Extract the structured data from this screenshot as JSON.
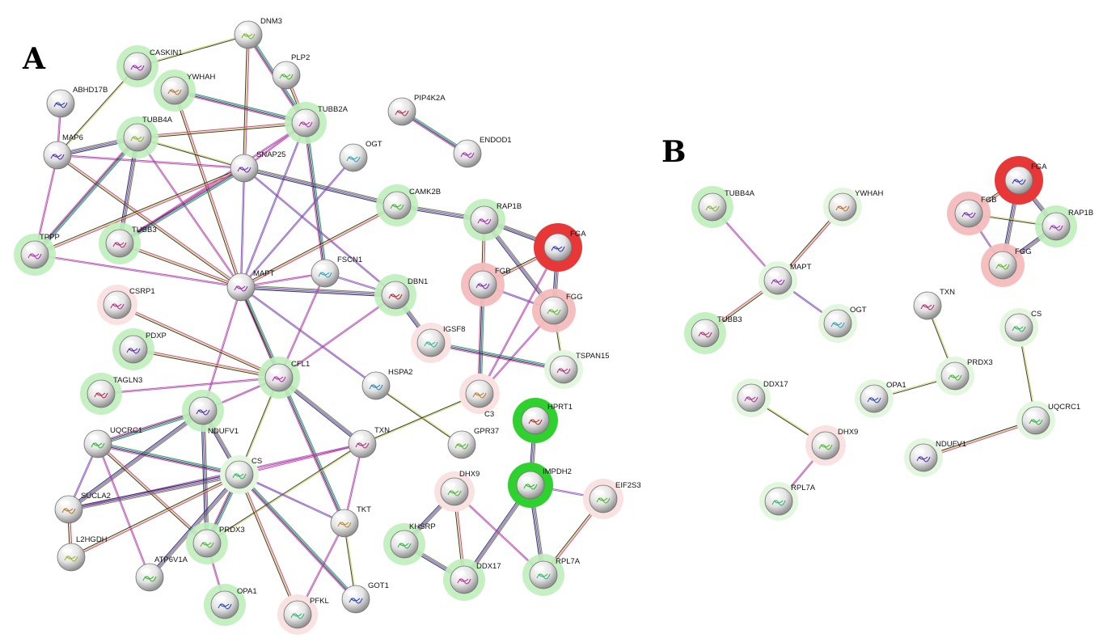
{
  "figure": {
    "panels": [
      {
        "id": "A",
        "label": "A",
        "nodes": [
          {
            "id": "DNM3",
            "halo": ""
          },
          {
            "id": "CASKIN1",
            "halo": "green"
          },
          {
            "id": "PLP2",
            "halo": ""
          },
          {
            "id": "YWHAH",
            "halo": "green"
          },
          {
            "id": "ABHD17B",
            "halo": ""
          },
          {
            "id": "PIP4K2A",
            "halo": ""
          },
          {
            "id": "TUBB2A",
            "halo": "green"
          },
          {
            "id": "ENDOD1",
            "halo": ""
          },
          {
            "id": "TUBB4A",
            "halo": "green"
          },
          {
            "id": "MAP6",
            "halo": ""
          },
          {
            "id": "OGT",
            "halo": ""
          },
          {
            "id": "SNAP25",
            "halo": ""
          },
          {
            "id": "CAMK2B",
            "halo": "green"
          },
          {
            "id": "RAP1B",
            "halo": "green"
          },
          {
            "id": "FGA",
            "halo": "red-strong"
          },
          {
            "id": "TPPP",
            "halo": "green"
          },
          {
            "id": "TUBB3",
            "halo": "green"
          },
          {
            "id": "FSCN1",
            "halo": ""
          },
          {
            "id": "MAPT",
            "halo": ""
          },
          {
            "id": "DBN1",
            "halo": "green"
          },
          {
            "id": "FGB",
            "halo": "red"
          },
          {
            "id": "FGG",
            "halo": "red"
          },
          {
            "id": "CSRP1",
            "halo": "red-light"
          },
          {
            "id": "IGSF8",
            "halo": "red-light"
          },
          {
            "id": "PDXP",
            "halo": "green"
          },
          {
            "id": "TSPAN15",
            "halo": "green-light"
          },
          {
            "id": "CFL1",
            "halo": "green"
          },
          {
            "id": "HSPA2",
            "halo": ""
          },
          {
            "id": "C3",
            "halo": "red-light"
          },
          {
            "id": "TAGLN3",
            "halo": "green"
          },
          {
            "id": "NDUFV1",
            "halo": "green"
          },
          {
            "id": "HPRT1",
            "halo": "green-strong"
          },
          {
            "id": "GPR37",
            "halo": ""
          },
          {
            "id": "UQCRC1",
            "halo": ""
          },
          {
            "id": "TXN",
            "halo": ""
          },
          {
            "id": "CS",
            "halo": "green-light"
          },
          {
            "id": "IMPDH2",
            "halo": "green-strong"
          },
          {
            "id": "EIF2S3",
            "halo": "red-light"
          },
          {
            "id": "DHX9",
            "halo": "red-light"
          },
          {
            "id": "SUCLA2",
            "halo": ""
          },
          {
            "id": "TKT",
            "halo": ""
          },
          {
            "id": "KHSRP",
            "halo": "green"
          },
          {
            "id": "PRDX3",
            "halo": "green"
          },
          {
            "id": "L2HGDH",
            "halo": ""
          },
          {
            "id": "ATP6V1A",
            "halo": ""
          },
          {
            "id": "DDX17",
            "halo": "green"
          },
          {
            "id": "RPL7A",
            "halo": "green"
          },
          {
            "id": "OPA1",
            "halo": "green"
          },
          {
            "id": "PFKL",
            "halo": "red-light"
          },
          {
            "id": "GOT1",
            "halo": ""
          }
        ],
        "edges": [
          [
            "CASKIN1",
            "DNM3"
          ],
          [
            "CASKIN1",
            "MAP6"
          ],
          [
            "DNM3",
            "SNAP25"
          ],
          [
            "DNM3",
            "TUBB2A"
          ],
          [
            "PLP2",
            "TUBB2A"
          ],
          [
            "PIP4K2A",
            "ENDOD1"
          ],
          [
            "YWHAH",
            "TUBB2A"
          ],
          [
            "YWHAH",
            "MAPT"
          ],
          [
            "ABHD17B",
            "MAP6"
          ],
          [
            "MAP6",
            "TUBB4A"
          ],
          [
            "MAP6",
            "SNAP25"
          ],
          [
            "MAP6",
            "TPPP"
          ],
          [
            "MAP6",
            "MAPT"
          ],
          [
            "TUBB4A",
            "TUBB2A"
          ],
          [
            "TUBB4A",
            "SNAP25"
          ],
          [
            "TUBB4A",
            "TPPP"
          ],
          [
            "TUBB4A",
            "MAPT"
          ],
          [
            "TUBB4A",
            "TUBB3"
          ],
          [
            "TUBB2A",
            "SNAP25"
          ],
          [
            "TUBB2A",
            "MAPT"
          ],
          [
            "TUBB2A",
            "TUBB3"
          ],
          [
            "TUBB2A",
            "FSCN1"
          ],
          [
            "SNAP25",
            "MAPT"
          ],
          [
            "SNAP25",
            "TPPP"
          ],
          [
            "SNAP25",
            "CAMK2B"
          ],
          [
            "SNAP25",
            "DBN1"
          ],
          [
            "SNAP25",
            "TUBB3"
          ],
          [
            "OGT",
            "MAPT"
          ],
          [
            "TPPP",
            "MAPT"
          ],
          [
            "TUBB3",
            "MAPT"
          ],
          [
            "CAMK2B",
            "MAPT"
          ],
          [
            "CAMK2B",
            "RAP1B"
          ],
          [
            "MAPT",
            "FSCN1"
          ],
          [
            "MAPT",
            "DBN1"
          ],
          [
            "MAPT",
            "CFL1"
          ],
          [
            "MAPT",
            "HSPA2"
          ],
          [
            "MAPT",
            "NDUFV1"
          ],
          [
            "MAPT",
            "TKT"
          ],
          [
            "FSCN1",
            "DBN1"
          ],
          [
            "FSCN1",
            "CFL1"
          ],
          [
            "DBN1",
            "CFL1"
          ],
          [
            "DBN1",
            "IGSF8"
          ],
          [
            "RAP1B",
            "FGA"
          ],
          [
            "RAP1B",
            "FGB"
          ],
          [
            "RAP1B",
            "FGG"
          ],
          [
            "FGA",
            "FGB"
          ],
          [
            "FGA",
            "FGG"
          ],
          [
            "FGB",
            "FGG"
          ],
          [
            "FGA",
            "C3"
          ],
          [
            "FGB",
            "C3"
          ],
          [
            "FGG",
            "C3"
          ],
          [
            "FGG",
            "TSPAN15"
          ],
          [
            "IGSF8",
            "TSPAN15"
          ],
          [
            "CSRP1",
            "CFL1"
          ],
          [
            "PDXP",
            "CFL1"
          ],
          [
            "TAGLN3",
            "CFL1"
          ],
          [
            "CFL1",
            "TXN"
          ],
          [
            "CFL1",
            "CS"
          ],
          [
            "CFL1",
            "NDUFV1"
          ],
          [
            "HSPA2",
            "GPR37"
          ],
          [
            "C3",
            "TXN"
          ],
          [
            "TXN",
            "CS"
          ],
          [
            "TXN",
            "TKT"
          ],
          [
            "TXN",
            "SUCLA2"
          ],
          [
            "TXN",
            "PRDX3"
          ],
          [
            "NDUFV1",
            "UQCRC1"
          ],
          [
            "NDUFV1",
            "CS"
          ],
          [
            "NDUFV1",
            "SUCLA2"
          ],
          [
            "NDUFV1",
            "PRDX3"
          ],
          [
            "UQCRC1",
            "CS"
          ],
          [
            "UQCRC1",
            "SUCLA2"
          ],
          [
            "UQCRC1",
            "PRDX3"
          ],
          [
            "UQCRC1",
            "ATP6V1A"
          ],
          [
            "CS",
            "SUCLA2"
          ],
          [
            "CS",
            "L2HGDH"
          ],
          [
            "CS",
            "PRDX3"
          ],
          [
            "CS",
            "ATP6V1A"
          ],
          [
            "CS",
            "PFKL"
          ],
          [
            "CS",
            "GOT1"
          ],
          [
            "CS",
            "TKT"
          ],
          [
            "SUCLA2",
            "L2HGDH"
          ],
          [
            "PRDX3",
            "OPA1"
          ],
          [
            "TKT",
            "PFKL"
          ],
          [
            "TKT",
            "GOT1"
          ],
          [
            "HPRT1",
            "IMPDH2"
          ],
          [
            "IMPDH2",
            "DDX17"
          ],
          [
            "IMPDH2",
            "RPL7A"
          ],
          [
            "IMPDH2",
            "EIF2S3"
          ],
          [
            "EIF2S3",
            "RPL7A"
          ],
          [
            "DHX9",
            "DDX17"
          ],
          [
            "DHX9",
            "RPL7A"
          ],
          [
            "DHX9",
            "KHSRP"
          ],
          [
            "KHSRP",
            "DDX17"
          ]
        ]
      },
      {
        "id": "B",
        "label": "B",
        "nodes": [
          {
            "id": "TUBB4A",
            "halo": "green"
          },
          {
            "id": "YWHAH",
            "halo": "green-light"
          },
          {
            "id": "FGA",
            "halo": "red-strong"
          },
          {
            "id": "FGB",
            "halo": "red"
          },
          {
            "id": "RAP1B",
            "halo": "green"
          },
          {
            "id": "FGG",
            "halo": "red"
          },
          {
            "id": "MAPT",
            "halo": "green-light"
          },
          {
            "id": "TUBB3",
            "halo": "green"
          },
          {
            "id": "OGT",
            "halo": "green-light"
          },
          {
            "id": "TXN",
            "halo": ""
          },
          {
            "id": "CS",
            "halo": "green-light"
          },
          {
            "id": "PRDX3",
            "halo": "green-light"
          },
          {
            "id": "OPA1",
            "halo": "green-light"
          },
          {
            "id": "DDX17",
            "halo": "green-light"
          },
          {
            "id": "DHX9",
            "halo": "red-light"
          },
          {
            "id": "UQCRC1",
            "halo": "green-light"
          },
          {
            "id": "NDUFV1",
            "halo": "green-light"
          },
          {
            "id": "RPL7A",
            "halo": "green-light"
          }
        ],
        "edges": [
          [
            "TUBB4A",
            "MAPT"
          ],
          [
            "YWHAH",
            "MAPT"
          ],
          [
            "TUBB3",
            "MAPT"
          ],
          [
            "OGT",
            "MAPT"
          ],
          [
            "FGA",
            "FGB"
          ],
          [
            "FGA",
            "RAP1B"
          ],
          [
            "FGA",
            "FGG"
          ],
          [
            "FGB",
            "RAP1B"
          ],
          [
            "FGB",
            "FGG"
          ],
          [
            "RAP1B",
            "FGG"
          ],
          [
            "TXN",
            "PRDX3"
          ],
          [
            "OPA1",
            "PRDX3"
          ],
          [
            "CS",
            "UQCRC1"
          ],
          [
            "UQCRC1",
            "NDUFV1"
          ],
          [
            "DDX17",
            "DHX9"
          ],
          [
            "DHX9",
            "RPL7A"
          ]
        ]
      }
    ],
    "colors": {
      "edge_palette": [
        "#2a8b2a",
        "#d21f8f",
        "#2b6fd6",
        "#1a1a1a",
        "#c8d23a",
        "#8f5fc9",
        "#3fb6c2"
      ],
      "halo_green": "#bfeebb",
      "halo_green_light": "#e3f7df",
      "halo_green_strong": "#2fd12f",
      "halo_red": "#f4bcbc",
      "halo_red_light": "#fbe2e2",
      "halo_red_strong": "#e83737"
    }
  }
}
